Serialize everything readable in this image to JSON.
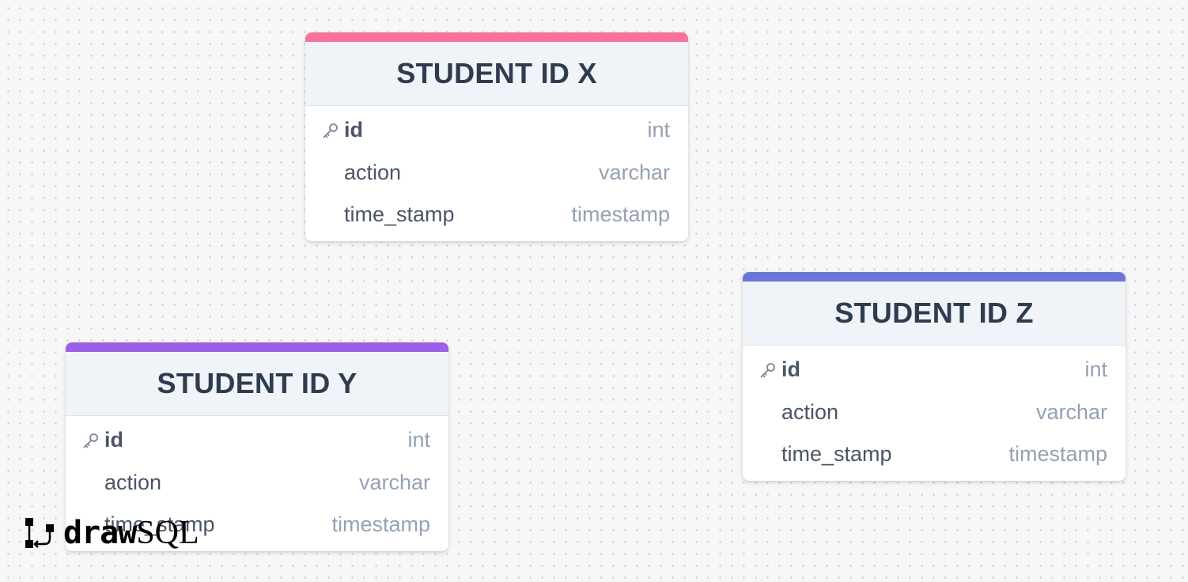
{
  "colors": {
    "accent_x": "#f7739a",
    "accent_y": "#9b60e3",
    "accent_z": "#6a77d6"
  },
  "tables": [
    {
      "title": "STUDENT ID X",
      "fields": [
        {
          "name": "id",
          "type": "int"
        },
        {
          "name": "action",
          "type": "varchar"
        },
        {
          "name": "time_stamp",
          "type": "timestamp"
        }
      ]
    },
    {
      "title": "STUDENT ID Y",
      "fields": [
        {
          "name": "id",
          "type": "int"
        },
        {
          "name": "action",
          "type": "varchar"
        },
        {
          "name": "time_stamp",
          "type": "timestamp"
        }
      ]
    },
    {
      "title": "STUDENT ID Z",
      "fields": [
        {
          "name": "id",
          "type": "int"
        },
        {
          "name": "action",
          "type": "varchar"
        },
        {
          "name": "time_stamp",
          "type": "timestamp"
        }
      ]
    }
  ],
  "logo": {
    "draw": "draw",
    "sql": "SQL"
  },
  "icons": {
    "primary_key": "key-icon",
    "logo": "drawsql-logo-icon"
  }
}
